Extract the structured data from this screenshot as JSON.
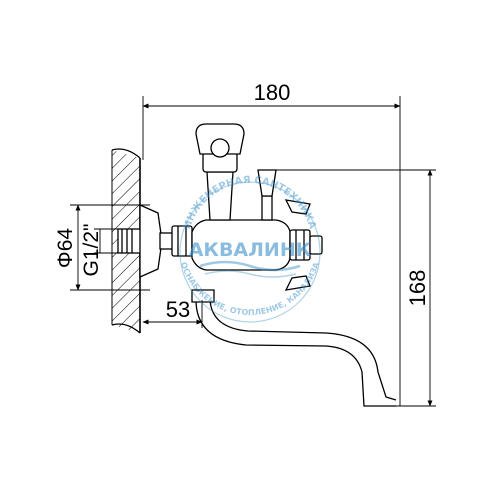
{
  "dimensions": {
    "width_total": "180",
    "height_total": "168",
    "wall_offset": "53",
    "flange_diameter": "Φ64",
    "thread": "G1/2\""
  },
  "watermark": {
    "brand": "АКВАЛИНК",
    "arc_top": "ИНЖЕНЕРНАЯ САНТЕХНИКА",
    "arc_bottom": "ВОДОСНАБЖЕНИЕ, ОТОПЛЕНИЕ, КАНАЛИЗАЦИЯ",
    "color": "#3a8fc9"
  }
}
